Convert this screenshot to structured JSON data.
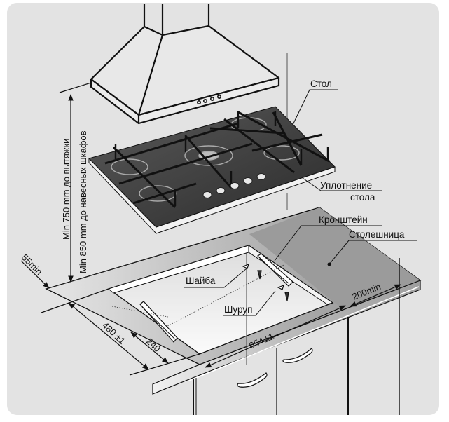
{
  "title": "Hob installation diagram",
  "labels": {
    "table": "Стол",
    "seal_line1": "Уплотнение",
    "seal_line2": "стола",
    "bracket": "Кронштейн",
    "countertop": "Столешница",
    "washer": "Шайба",
    "screw": "Шуруп"
  },
  "dimensions": {
    "hood_clearance": "Min 750 mm до вытяжки",
    "cabinet_clearance": "Min 850 mm до навесных шкафов",
    "front_margin": "55min",
    "cutout_depth": "480",
    "cutout_depth_tol": "±1",
    "bracket_offset": "240",
    "cutout_width": "654",
    "cutout_width_tol": "±1",
    "side_margin": "200min"
  },
  "colors": {
    "panel": "#e3e3e3",
    "countertop": "#9a9a9a",
    "glass": "#3a3a3a",
    "line": "#111111"
  }
}
